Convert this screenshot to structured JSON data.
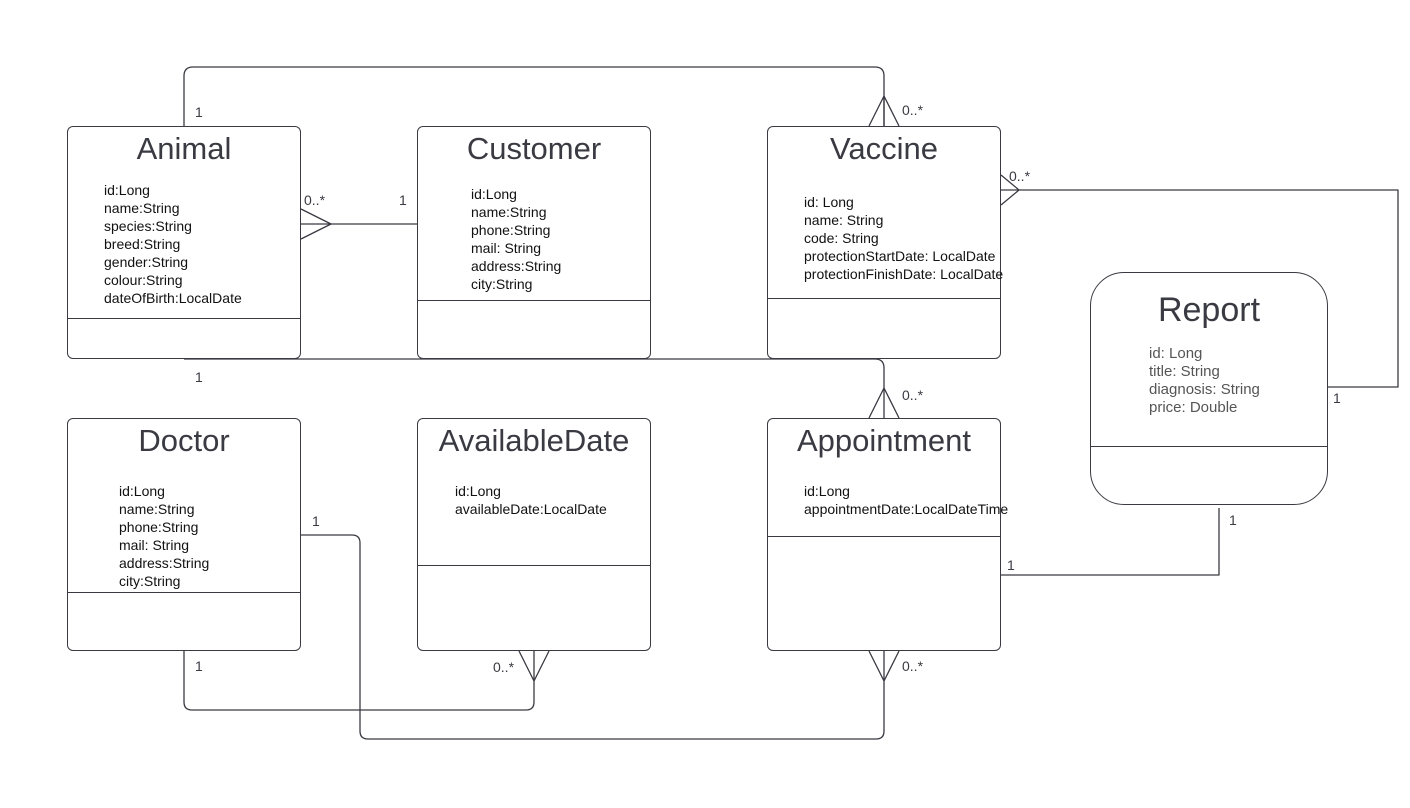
{
  "classes": {
    "animal": {
      "name": "Animal",
      "attributes": [
        "id:Long",
        "name:String",
        "species:String",
        "breed:String",
        "gender:String",
        "colour:String",
        "dateOfBirth:LocalDate"
      ]
    },
    "customer": {
      "name": "Customer",
      "attributes": [
        "id:Long",
        "name:String",
        "phone:String",
        "mail: String",
        "address:String",
        "city:String"
      ]
    },
    "vaccine": {
      "name": "Vaccine",
      "attributes": [
        "id: Long",
        "name: String",
        "code: String",
        "protectionStartDate: LocalDate",
        "protectionFinishDate: LocalDate"
      ]
    },
    "report": {
      "name": "Report",
      "attributes": [
        "id: Long",
        "title: String",
        "diagnosis: String",
        "price: Double"
      ]
    },
    "doctor": {
      "name": "Doctor",
      "attributes": [
        "id:Long",
        "name:String",
        "phone:String",
        "mail: String",
        "address:String",
        "city:String"
      ]
    },
    "availableDate": {
      "name": "AvailableDate",
      "attributes": [
        "id:Long",
        "availableDate:LocalDate"
      ]
    },
    "appointment": {
      "name": "Appointment",
      "attributes": [
        "id:Long",
        "appointmentDate:LocalDateTime"
      ]
    }
  },
  "multiplicities": {
    "animal_vaccine_one": "1",
    "animal_vaccine_many": "0..*",
    "animal_customer_many": "0..*",
    "animal_customer_one": "1",
    "vaccine_report_many": "0..*",
    "vaccine_report_one": "1",
    "animal_appointment_one": "1",
    "animal_appointment_many": "0..*",
    "report_appointment_one_report": "1",
    "report_appointment_one_appointment": "1",
    "doctor_appointment_one": "1",
    "doctor_appointment_many": "0..*",
    "doctor_available_one": "1",
    "doctor_available_many": "0..*"
  }
}
